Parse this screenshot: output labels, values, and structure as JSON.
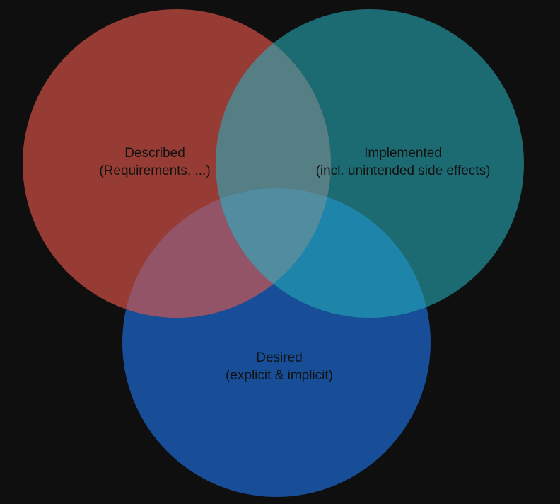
{
  "colors": {
    "background": "#0f0f10",
    "described": "#963c35",
    "implemented": "#1c6b72",
    "desired": "#174e97",
    "described_implemented": "#557f85",
    "described_desired": "#935468",
    "implemented_desired": "#1e84aa",
    "all_three": "#518d9f",
    "text": "#111111"
  },
  "sets": [
    {
      "id": "described",
      "title": "Described",
      "subtitle": "(Requirements, ...)"
    },
    {
      "id": "implemented",
      "title": "Implemented",
      "subtitle": "(incl. unintended side effects)"
    },
    {
      "id": "desired",
      "title": "Desired",
      "subtitle": "(explicit & implicit)"
    }
  ]
}
